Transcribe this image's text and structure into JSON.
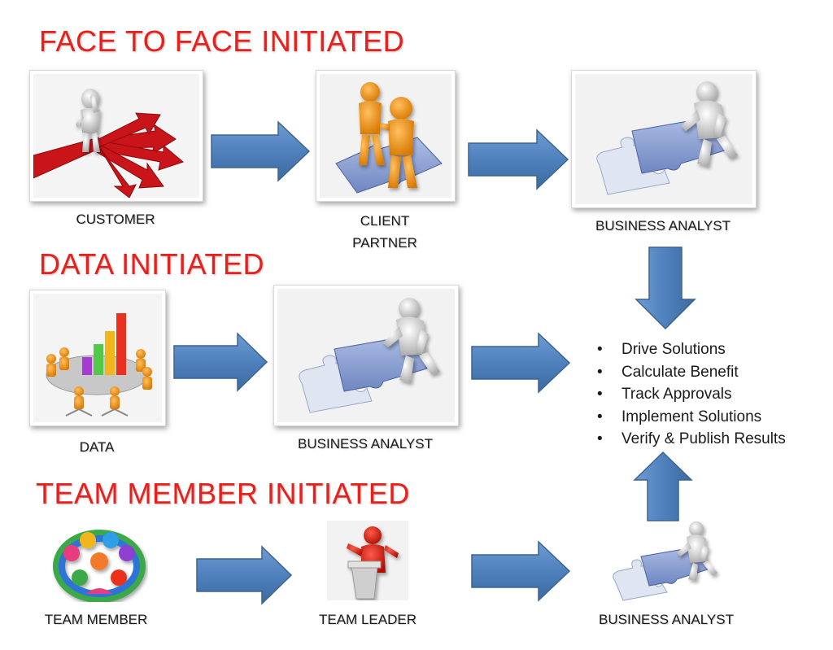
{
  "sections": {
    "face_to_face": "FACE TO FACE INITIATED",
    "data": "DATA INITIATED",
    "team_member": "TEAM MEMBER INITIATED"
  },
  "nodes": {
    "customer": "CUSTOMER",
    "client_partner_line1": "CLIENT",
    "client_partner_line2": "PARTNER",
    "business_analyst_1": "BUSINESS ANALYST",
    "data": "DATA",
    "business_analyst_2": "BUSINESS ANALYST",
    "team_member": "TEAM MEMBER",
    "team_leader": "TEAM LEADER",
    "business_analyst_3": "BUSINESS ANALYST"
  },
  "outcomes": [
    "Drive Solutions",
    "Calculate Benefit",
    "Track Approvals",
    "Implement Solutions",
    "Verify & Publish Results"
  ],
  "bullet_glyph": "•",
  "colors": {
    "title_red": "#e8201c",
    "arrow_blue": "#4f81bd",
    "arrow_stroke": "#3a6494"
  }
}
